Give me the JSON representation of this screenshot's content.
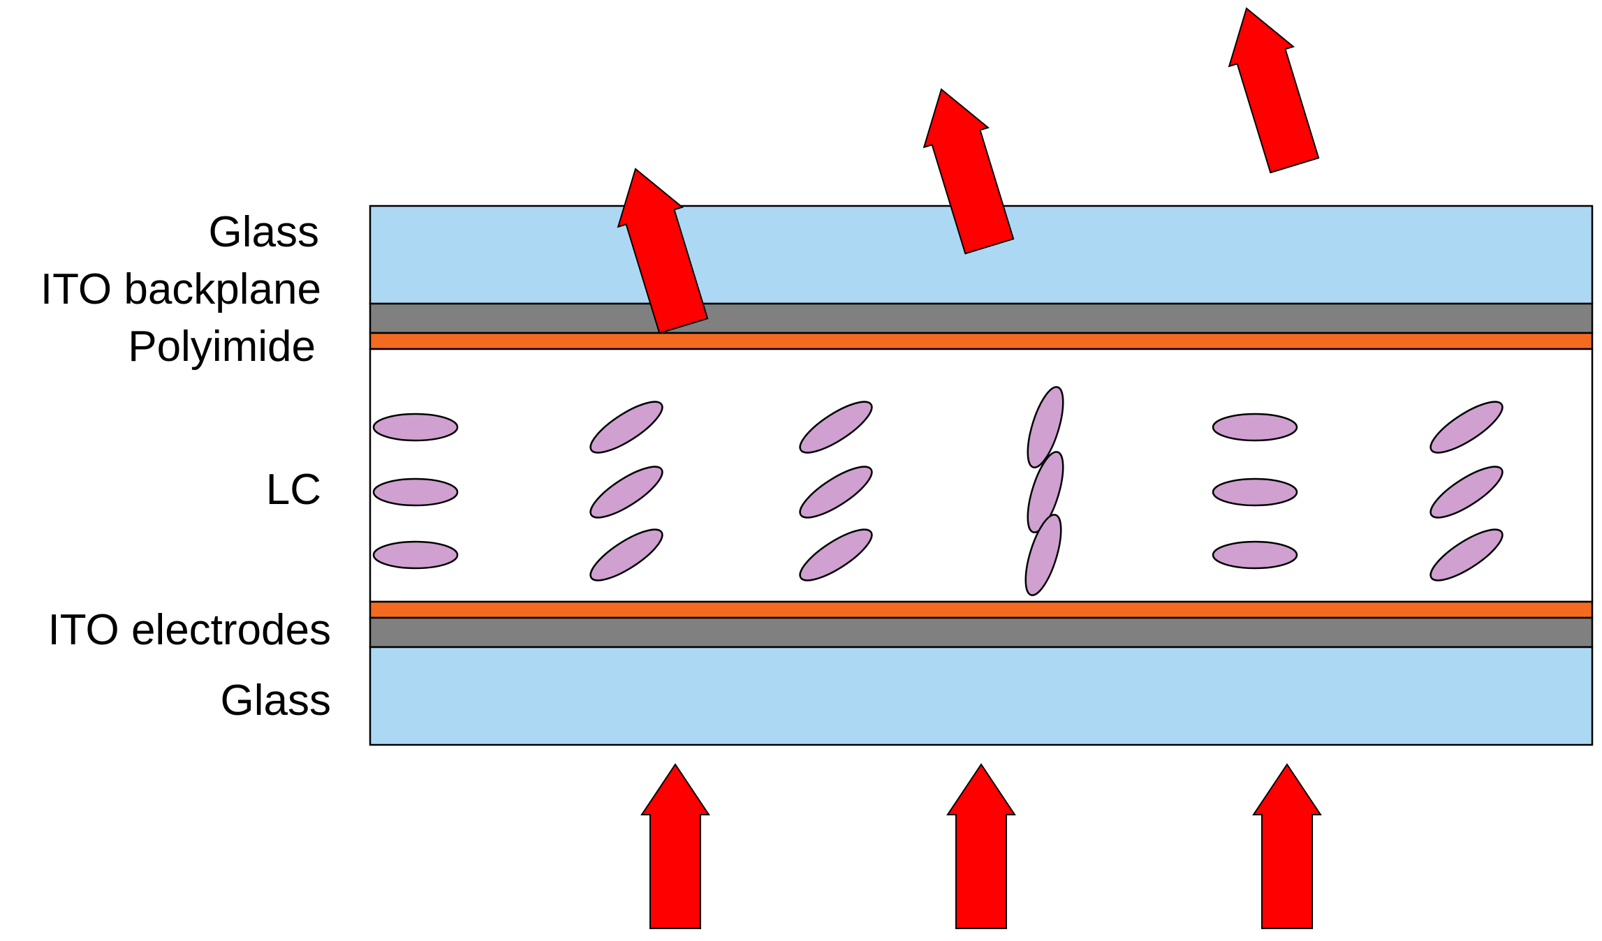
{
  "labels": {
    "glass_top": "Glass",
    "ito_backplane": "ITO backplane",
    "polyimide": "Polyimide",
    "lc": "LC",
    "ito_electrodes": "ITO electrodes",
    "glass_bottom": "Glass"
  },
  "colors": {
    "glass": "#add8f3",
    "ito": "#808080",
    "polyimide": "#f26b21",
    "lc_molecule": "#cfa0d0",
    "arrow": "#ff0000",
    "outline": "#000000"
  },
  "molecule_columns": [
    {
      "orientation_deg": 0
    },
    {
      "orientation_deg": -33
    },
    {
      "orientation_deg": -33
    },
    {
      "orientation_deg": -73
    },
    {
      "orientation_deg": 0
    },
    {
      "orientation_deg": -33
    }
  ],
  "light": {
    "incident_arrow_icon": "arrow-up-icon",
    "exit_tilt_deg": -17
  }
}
